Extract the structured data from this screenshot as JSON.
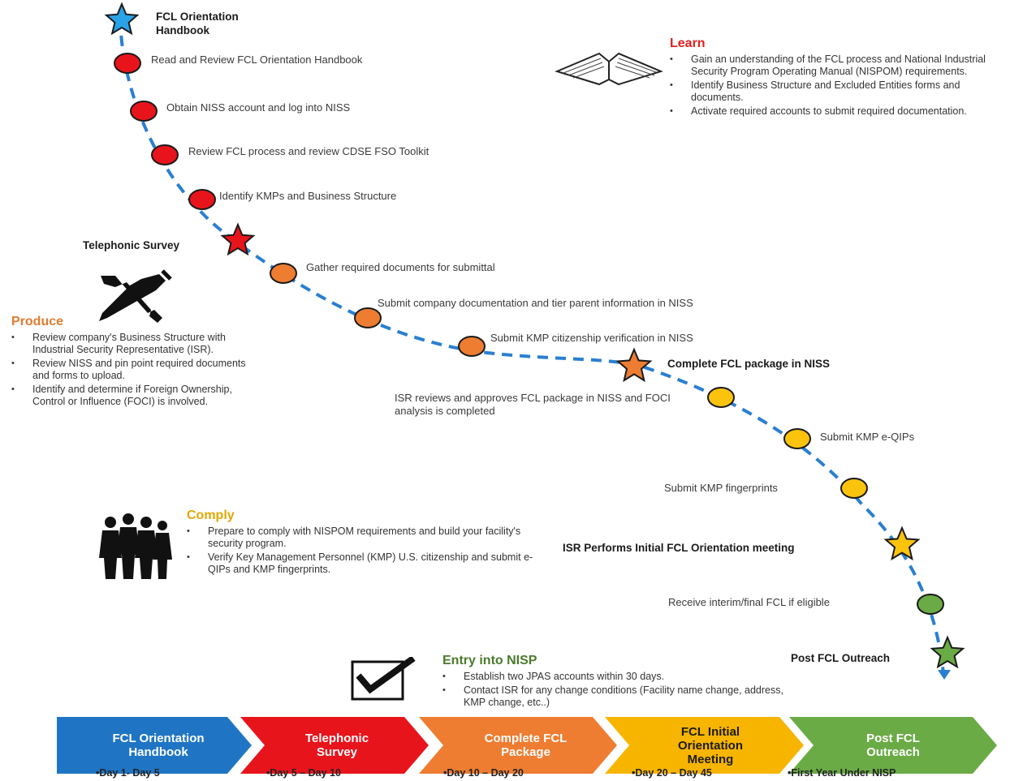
{
  "start_title": "FCL Orientation\nHandbook",
  "steps": [
    {
      "label": "Read and Review FCL Orientation Handbook"
    },
    {
      "label": "Obtain NISS account and log into NISS"
    },
    {
      "label": "Review FCL process and review CDSE FSO Toolkit"
    },
    {
      "label": "Identify KMPs and Business Structure"
    },
    {
      "label": "Telephonic Survey"
    },
    {
      "label": "Gather required documents for submittal"
    },
    {
      "label": "Submit company documentation and tier parent information in NISS"
    },
    {
      "label": "Submit KMP citizenship verification in NISS"
    },
    {
      "label": "Complete FCL package in NISS"
    },
    {
      "label": "ISR reviews and approves FCL package in NISS and FOCI analysis is completed"
    },
    {
      "label": "Submit KMP e-QIPs"
    },
    {
      "label": "Submit KMP fingerprints"
    },
    {
      "label": "ISR Performs Initial FCL Orientation meeting"
    },
    {
      "label": "Receive interim/final FCL if eligible"
    },
    {
      "label": "Post FCL Outreach"
    }
  ],
  "panels": {
    "learn": {
      "title": "Learn",
      "color": "#e02020",
      "icon": "book-icon",
      "bullets": [
        "Gain an understanding of the FCL process and National Industrial Security Program Operating Manual (NISPOM) requirements.",
        "Identify Business Structure and Excluded Entities forms and documents.",
        "Activate required accounts to submit required documentation."
      ]
    },
    "produce": {
      "title": "Produce",
      "color": "#e07b30",
      "icon": "tools-icon",
      "bullets": [
        "Review company's Business Structure with Industrial Security Representative (ISR).",
        "Review NISS and pin point required documents and forms to upload.",
        "Identify and determine if Foreign Ownership, Control or Influence (FOCI) is involved."
      ]
    },
    "comply": {
      "title": "Comply",
      "color": "#e0a800",
      "icon": "people-icon",
      "bullets": [
        "Prepare to comply with NISPOM requirements and build your facility's security program.",
        "Verify Key Management Personnel (KMP) U.S. citizenship and submit e-QIPs and KMP fingerprints."
      ]
    },
    "entry": {
      "title": "Entry into NISP",
      "color": "#4a7a2c",
      "icon": "checkmark-icon",
      "bullets": [
        "Establish two JPAS accounts within 30 days.",
        "Contact ISR for any change conditions (Facility name change, address, KMP change, etc..)"
      ]
    }
  },
  "phases": [
    {
      "label": "FCL Orientation\nHandbook",
      "days": "•Day 1- Day 5",
      "color": "#1f75c4"
    },
    {
      "label": "Telephonic\nSurvey",
      "days": "•Day 5 – Day 10",
      "color": "#e8141c"
    },
    {
      "label": "Complete FCL\nPackage",
      "days": "•Day 10 – Day 20",
      "color": "#ee7d31"
    },
    {
      "label": "FCL Initial\nOrientation\nMeeting",
      "days": "•Day 20 – Day 45",
      "color": "#f7b500"
    },
    {
      "label": "Post FCL\nOutreach",
      "days": "•First Year Under NISP",
      "color": "#6aab46"
    }
  ],
  "colors": {
    "path": "#2a7fd0",
    "red": "#e8141c",
    "orange": "#ee7d31",
    "yellow": "#fcc30d",
    "green": "#6aab46",
    "blue_star": "#29a3e8"
  }
}
